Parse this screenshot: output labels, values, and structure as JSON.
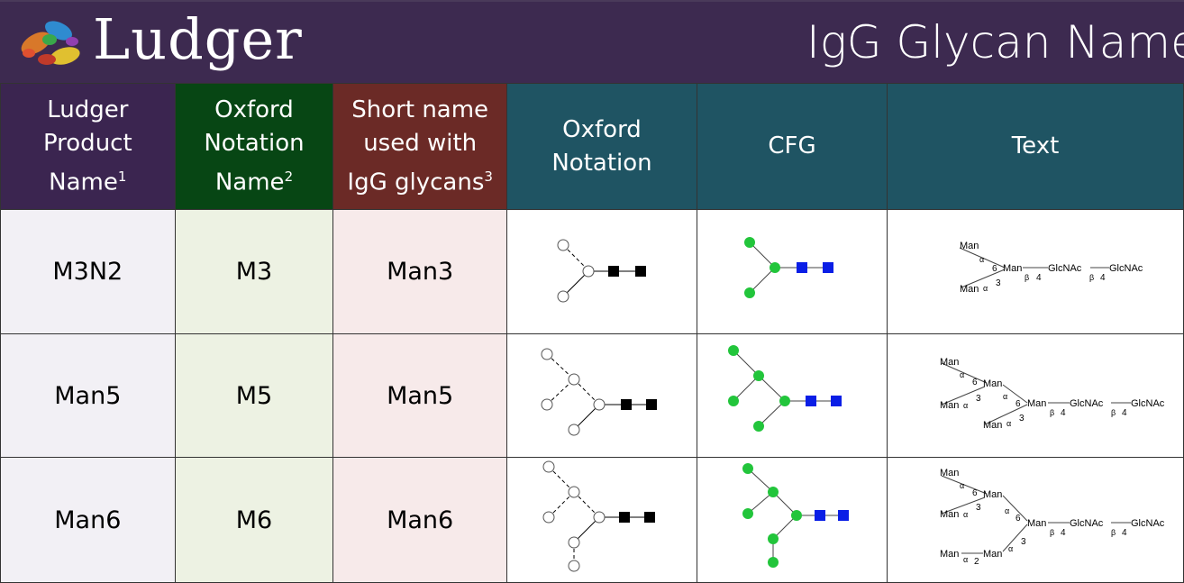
{
  "banner": {
    "brand": "Ludger",
    "title": "IgG Glycan Names"
  },
  "headers": {
    "ludger": {
      "line1": "Ludger",
      "line2": "Product",
      "line3": "Name",
      "sup": "1"
    },
    "oxford_name": {
      "line1": "Oxford",
      "line2": "Notation",
      "line3": "Name",
      "sup": "2"
    },
    "short": {
      "line1": "Short name",
      "line2": "used with",
      "line3": "IgG glycans",
      "sup": "3"
    },
    "oxford_notation": {
      "line1": "Oxford",
      "line2": "Notation"
    },
    "cfg": "CFG",
    "text": "Text"
  },
  "rows": [
    {
      "ludger": "M3N2",
      "oxford": "M3",
      "short": "Man3"
    },
    {
      "ludger": "Man5",
      "oxford": "M5",
      "short": "Man5"
    },
    {
      "ludger": "Man6",
      "oxford": "M6",
      "short": "Man6"
    }
  ],
  "glyph_labels": {
    "man": "Man",
    "glcnac": "GlcNAc",
    "alpha": "α",
    "beta": "β",
    "n2": "2",
    "n3": "3",
    "n4": "4",
    "n6": "6"
  },
  "colors": {
    "banner": "#3d2a50",
    "ludger_header": "#3b2550",
    "oxford_header": "#074614",
    "short_header": "#6b2a26",
    "teal_header": "#1f5463",
    "mannose": "#22c53b",
    "glcnac": "#0a1ee6"
  },
  "icons": [
    "protein-structure-logo-icon"
  ]
}
